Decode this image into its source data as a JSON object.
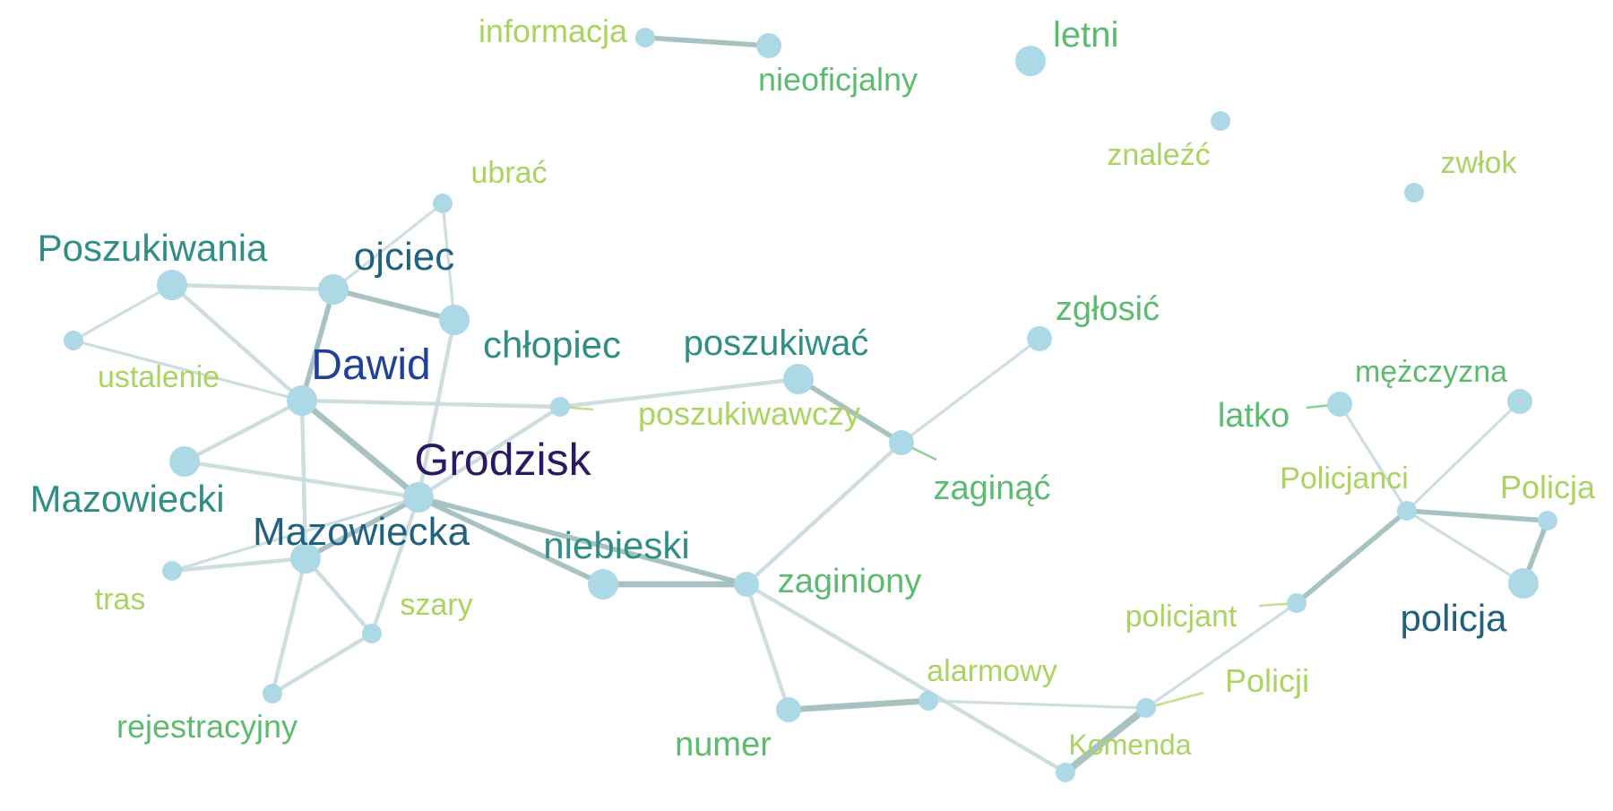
{
  "graph": {
    "colors": {
      "node": "#add8e6",
      "edge_light": "#c9dadd",
      "edge_dark": "#9fbcbc",
      "label_lime": "#aad35f",
      "label_green": "#5bbb6f",
      "label_teal": "#2f8f86",
      "label_blue": "#21607e",
      "label_navy": "#214199",
      "label_indigo": "#2b1a63"
    },
    "nodes": [
      {
        "id": "informacja",
        "label": "informacja",
        "size": "s",
        "color": "label_lime"
      },
      {
        "id": "nieoficjalny",
        "label": "nieoficjalny",
        "size": "m",
        "color": "label_green"
      },
      {
        "id": "letni",
        "label": "letni",
        "size": "l",
        "color": "label_green"
      },
      {
        "id": "znalezc",
        "label": "znaleźć",
        "size": "s",
        "color": "label_lime"
      },
      {
        "id": "zwlok",
        "label": "zwłok",
        "size": "s",
        "color": "label_lime"
      },
      {
        "id": "ubrac",
        "label": "ubrać",
        "size": "s",
        "color": "label_lime"
      },
      {
        "id": "Poszukiwania",
        "label": "Poszukiwania",
        "size": "l",
        "color": "label_teal"
      },
      {
        "id": "ojciec",
        "label": "ojciec",
        "size": "l",
        "color": "label_blue"
      },
      {
        "id": "chlopiec",
        "label": "chłopiec",
        "size": "l",
        "color": "label_teal"
      },
      {
        "id": "ustalenie",
        "label": "ustalenie",
        "size": "s",
        "color": "label_lime"
      },
      {
        "id": "Dawid",
        "label": "Dawid",
        "size": "l",
        "color": "label_navy"
      },
      {
        "id": "poszukiwawczy",
        "label": "poszukiwawczy",
        "size": "s",
        "color": "label_lime"
      },
      {
        "id": "poszukiwac",
        "label": "poszukiwać",
        "size": "l",
        "color": "label_teal"
      },
      {
        "id": "zglosic",
        "label": "zgłosić",
        "size": "m",
        "color": "label_green"
      },
      {
        "id": "zaginac",
        "label": "zaginąć",
        "size": "m",
        "color": "label_green"
      },
      {
        "id": "Grodzisk",
        "label": "Grodzisk",
        "size": "l",
        "color": "label_indigo"
      },
      {
        "id": "Mazowiecki",
        "label": "Mazowiecki",
        "size": "l",
        "color": "label_teal"
      },
      {
        "id": "Mazowiecka",
        "label": "Mazowiecka",
        "size": "l",
        "color": "label_blue"
      },
      {
        "id": "niebieski",
        "label": "niebieski",
        "size": "l",
        "color": "label_teal"
      },
      {
        "id": "zaginiony",
        "label": "zaginiony",
        "size": "m",
        "color": "label_green"
      },
      {
        "id": "tras",
        "label": "tras",
        "size": "s",
        "color": "label_lime"
      },
      {
        "id": "szary",
        "label": "szary",
        "size": "s",
        "color": "label_lime"
      },
      {
        "id": "rejestracyjny",
        "label": "rejestracyjny",
        "size": "s",
        "color": "label_green"
      },
      {
        "id": "numer",
        "label": "numer",
        "size": "m",
        "color": "label_green"
      },
      {
        "id": "alarmowy",
        "label": "alarmowy",
        "size": "s",
        "color": "label_lime"
      },
      {
        "id": "Komenda",
        "label": "Komenda",
        "size": "s",
        "color": "label_lime"
      },
      {
        "id": "Policji",
        "label": "Policji",
        "size": "s",
        "color": "label_lime"
      },
      {
        "id": "policjant",
        "label": "policjant",
        "size": "s",
        "color": "label_lime"
      },
      {
        "id": "latko",
        "label": "latko",
        "size": "m",
        "color": "label_green"
      },
      {
        "id": "mezczyzna",
        "label": "mężczyzna",
        "size": "m",
        "color": "label_green"
      },
      {
        "id": "Policjanci",
        "label": "Policjanci",
        "size": "s",
        "color": "label_lime"
      },
      {
        "id": "Policja",
        "label": "Policja",
        "size": "s",
        "color": "label_lime"
      },
      {
        "id": "policja",
        "label": "policja",
        "size": "l",
        "color": "label_blue"
      }
    ],
    "edges": [
      {
        "source": "informacja",
        "target": "nieoficjalny",
        "weight": 3
      },
      {
        "source": "ubrac",
        "target": "ojciec",
        "weight": 1
      },
      {
        "source": "ubrac",
        "target": "chlopiec",
        "weight": 1
      },
      {
        "source": "Poszukiwania",
        "target": "ojciec",
        "weight": 2
      },
      {
        "source": "Poszukiwania",
        "target": "ustalenie",
        "weight": 1
      },
      {
        "source": "Poszukiwania",
        "target": "Dawid",
        "weight": 2
      },
      {
        "source": "ojciec",
        "target": "chlopiec",
        "weight": 3
      },
      {
        "source": "ojciec",
        "target": "Dawid",
        "weight": 3
      },
      {
        "source": "chlopiec",
        "target": "Grodzisk",
        "weight": 2
      },
      {
        "source": "ustalenie",
        "target": "Dawid",
        "weight": 1
      },
      {
        "source": "Dawid",
        "target": "poszukiwawczy",
        "weight": 2
      },
      {
        "source": "Dawid",
        "target": "Mazowiecki",
        "weight": 2
      },
      {
        "source": "Dawid",
        "target": "Grodzisk",
        "weight": 4
      },
      {
        "source": "Dawid",
        "target": "Mazowiecka",
        "weight": 2
      },
      {
        "source": "poszukiwawczy",
        "target": "poszukiwac",
        "weight": 2
      },
      {
        "source": "poszukiwawczy",
        "target": "Grodzisk",
        "weight": 2
      },
      {
        "source": "poszukiwac",
        "target": "zaginac",
        "weight": 3
      },
      {
        "source": "zglosic",
        "target": "zaginac",
        "weight": 1
      },
      {
        "source": "zaginac",
        "target": "zaginiony",
        "weight": 2
      },
      {
        "source": "Mazowiecki",
        "target": "Grodzisk",
        "weight": 2
      },
      {
        "source": "Grodzisk",
        "target": "Mazowiecka",
        "weight": 3
      },
      {
        "source": "Grodzisk",
        "target": "niebieski",
        "weight": 3
      },
      {
        "source": "Grodzisk",
        "target": "zaginiony",
        "weight": 3
      },
      {
        "source": "Grodzisk",
        "target": "tras",
        "weight": 1
      },
      {
        "source": "Grodzisk",
        "target": "szary",
        "weight": 2
      },
      {
        "source": "Mazowiecka",
        "target": "tras",
        "weight": 2
      },
      {
        "source": "Mazowiecka",
        "target": "szary",
        "weight": 2
      },
      {
        "source": "Mazowiecka",
        "target": "rejestracyjny",
        "weight": 2
      },
      {
        "source": "szary",
        "target": "rejestracyjny",
        "weight": 2
      },
      {
        "source": "niebieski",
        "target": "zaginiony",
        "weight": 4
      },
      {
        "source": "zaginiony",
        "target": "numer",
        "weight": 2
      },
      {
        "source": "zaginiony",
        "target": "Komenda",
        "weight": 2
      },
      {
        "source": "numer",
        "target": "alarmowy",
        "weight": 4
      },
      {
        "source": "alarmowy",
        "target": "Policji",
        "weight": 1
      },
      {
        "source": "Komenda",
        "target": "Policji",
        "weight": 5
      },
      {
        "source": "Policji",
        "target": "policjant",
        "weight": 1
      },
      {
        "source": "policjant",
        "target": "Policjanci",
        "weight": 3
      },
      {
        "source": "latko",
        "target": "Policjanci",
        "weight": 1
      },
      {
        "source": "mezczyzna",
        "target": "Policjanci",
        "weight": 1
      },
      {
        "source": "Policjanci",
        "target": "Policja",
        "weight": 3
      },
      {
        "source": "Policjanci",
        "target": "policja",
        "weight": 1
      },
      {
        "source": "Policja",
        "target": "policja",
        "weight": 3
      }
    ]
  }
}
